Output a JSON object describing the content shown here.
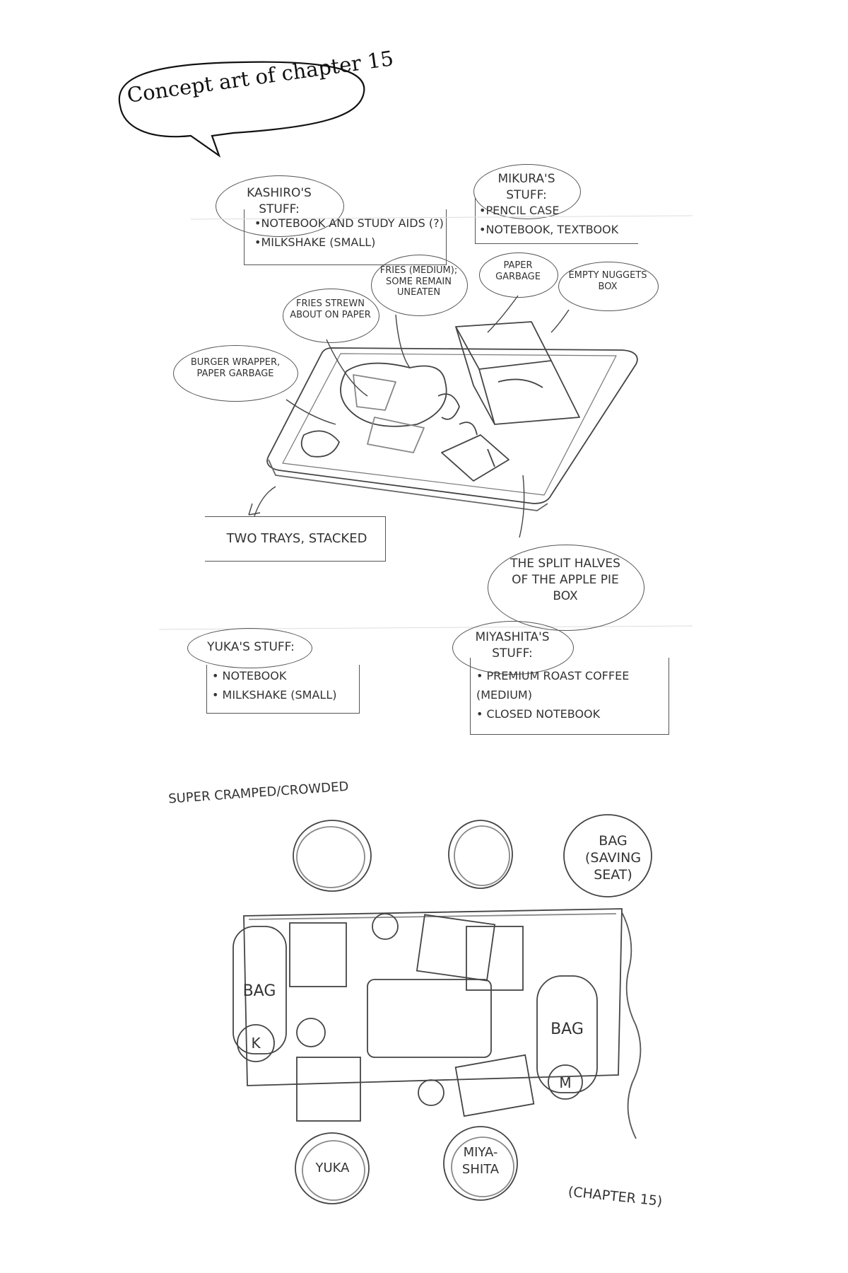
{
  "title": "Concept art of chapter 15",
  "kashiro": {
    "heading": "KASHIRO'S STUFF:",
    "items": [
      "•NOTEBOOK AND STUDY AIDS (?)",
      "•MILKSHAKE (SMALL)"
    ]
  },
  "mikura": {
    "heading": "MIKURA'S STUFF:",
    "items": [
      "•PENCIL CASE",
      "•NOTEBOOK, TEXTBOOK"
    ]
  },
  "callouts": {
    "fries_medium": "FRIES (MEDIUM); SOME REMAIN UNEATEN",
    "paper_garbage": "PAPER GARBAGE",
    "empty_nuggets": "EMPTY NUGGETS BOX",
    "fries_strewn": "FRIES STREWN ABOUT ON PAPER",
    "burger_wrapper": "BURGER WRAPPER, PAPER GARBAGE",
    "two_trays": "TWO TRAYS, STACKED",
    "apple_pie": "THE SPLIT HALVES OF THE APPLE PIE BOX"
  },
  "yuka": {
    "heading": "YUKA'S STUFF:",
    "items": [
      "• NOTEBOOK",
      "• MILKSHAKE (SMALL)"
    ]
  },
  "miyashita": {
    "heading": "MIYASHITA'S STUFF:",
    "items": [
      "• PREMIUM ROAST COFFEE (MEDIUM)",
      "• CLOSED NOTEBOOK"
    ]
  },
  "layout_notes": {
    "crowded": "SUPER CRAMPED/CROWDED",
    "bag_saving_seat": "BAG (SAVING SEAT)",
    "bag_left": "BAG",
    "bag_left_tag": "K",
    "bag_right": "BAG",
    "bag_right_tag": "M",
    "seat_yuka": "YUKA",
    "seat_miyashita": "MIYA-SHITA",
    "chapter": "(CHAPTER 15)"
  }
}
